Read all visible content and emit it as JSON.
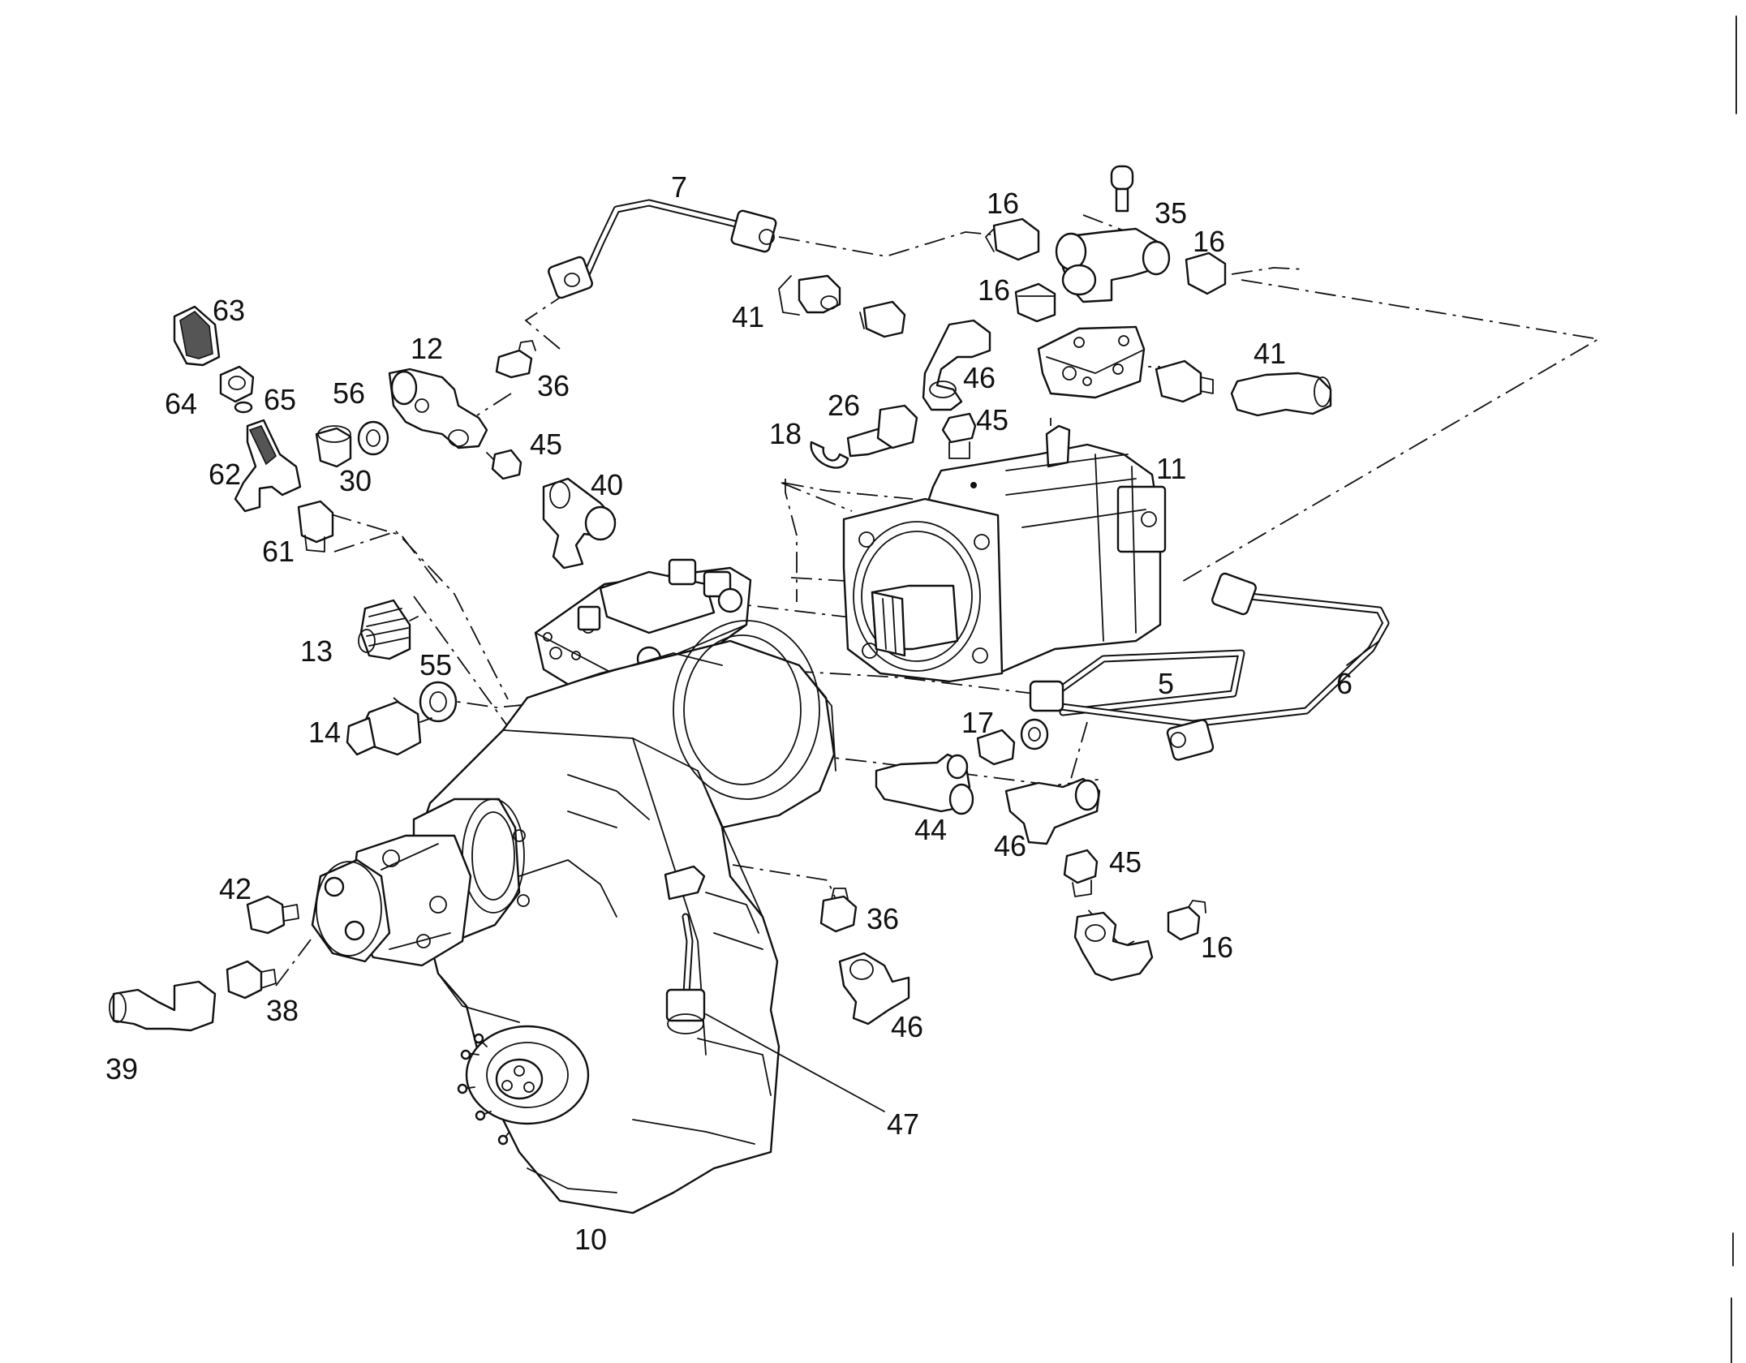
{
  "diagram": {
    "type": "exploded parts diagram",
    "callouts": [
      {
        "id": "c7",
        "text": "7"
      },
      {
        "id": "c16a",
        "text": "16"
      },
      {
        "id": "c35",
        "text": "35"
      },
      {
        "id": "c16b",
        "text": "16"
      },
      {
        "id": "c16c",
        "text": "16"
      },
      {
        "id": "c63",
        "text": "63"
      },
      {
        "id": "c41a",
        "text": "41"
      },
      {
        "id": "c41b",
        "text": "41"
      },
      {
        "id": "c12",
        "text": "12"
      },
      {
        "id": "c64",
        "text": "64"
      },
      {
        "id": "c65",
        "text": "65"
      },
      {
        "id": "c56",
        "text": "56"
      },
      {
        "id": "c36a",
        "text": "36"
      },
      {
        "id": "c46a",
        "text": "46"
      },
      {
        "id": "c26",
        "text": "26"
      },
      {
        "id": "c45a",
        "text": "45"
      },
      {
        "id": "c18",
        "text": "18"
      },
      {
        "id": "c45b",
        "text": "45"
      },
      {
        "id": "c62",
        "text": "62"
      },
      {
        "id": "c30",
        "text": "30"
      },
      {
        "id": "c40",
        "text": "40"
      },
      {
        "id": "c11",
        "text": "11"
      },
      {
        "id": "c61",
        "text": "61"
      },
      {
        "id": "c13",
        "text": "13"
      },
      {
        "id": "c55",
        "text": "55"
      },
      {
        "id": "c5",
        "text": "5"
      },
      {
        "id": "c6",
        "text": "6"
      },
      {
        "id": "c17",
        "text": "17"
      },
      {
        "id": "c14",
        "text": "14"
      },
      {
        "id": "c44",
        "text": "44"
      },
      {
        "id": "c46b",
        "text": "46"
      },
      {
        "id": "c45c",
        "text": "45"
      },
      {
        "id": "c42",
        "text": "42"
      },
      {
        "id": "c36b",
        "text": "36"
      },
      {
        "id": "c16d",
        "text": "16"
      },
      {
        "id": "c38",
        "text": "38"
      },
      {
        "id": "c46c",
        "text": "46"
      },
      {
        "id": "c39",
        "text": "39"
      },
      {
        "id": "c47",
        "text": "47"
      },
      {
        "id": "c10",
        "text": "10"
      }
    ]
  }
}
